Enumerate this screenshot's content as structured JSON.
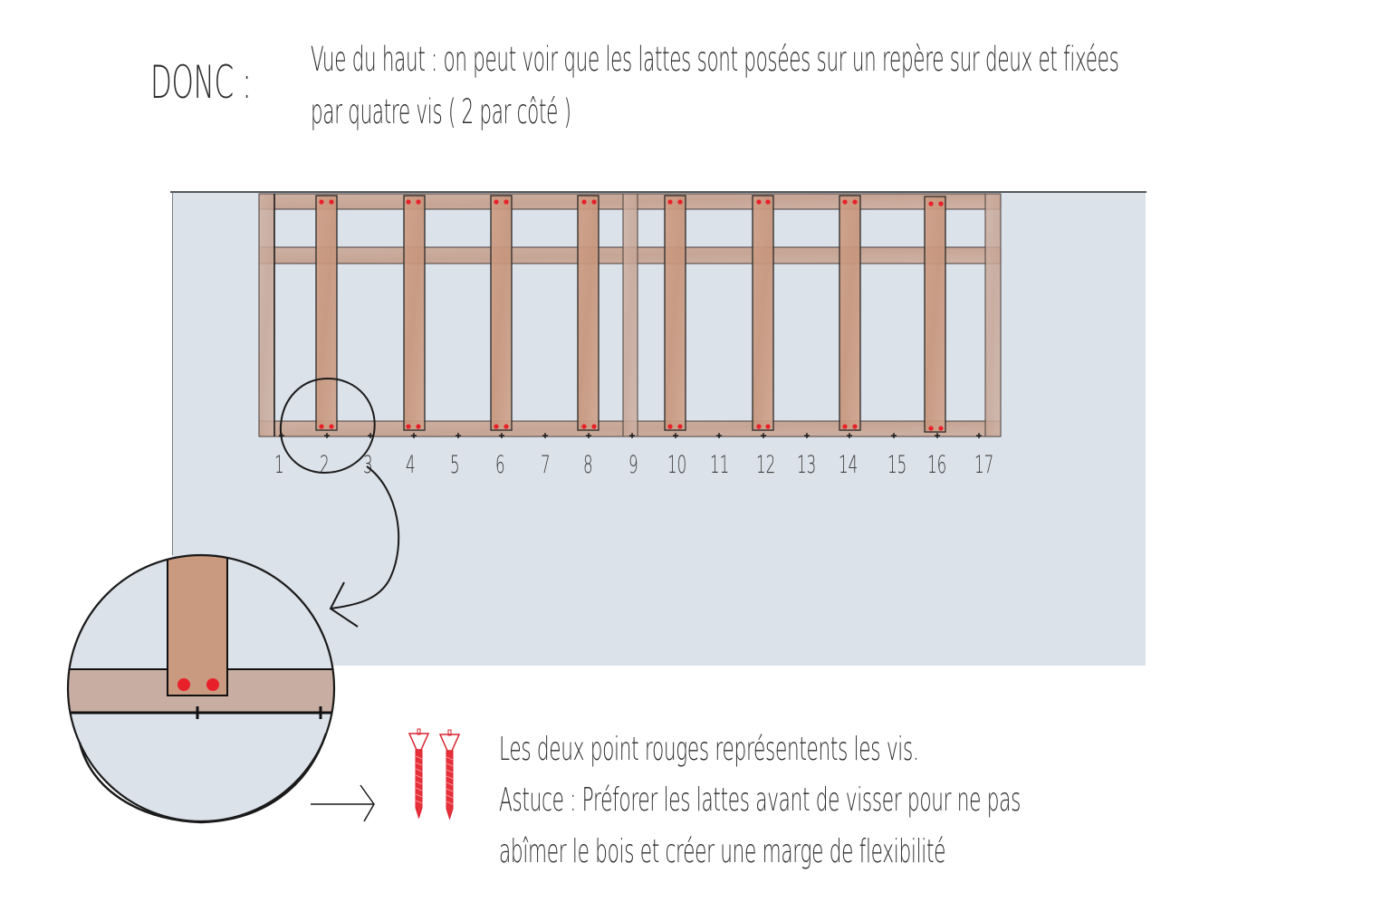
{
  "header": {
    "title": "DONC :",
    "intro_line1": "Vue du haut : on peut voir que les lattes sont posées sur un repère sur deux et fixées",
    "intro_line2": "par quatre vis ( 2 par côté )"
  },
  "diagram": {
    "colors": {
      "background_panel": "#dce2ea",
      "wood_light": "#c9ab9c",
      "wood_slat": "#c99a80",
      "screw": "#e8202a",
      "outline": "#2a2a2a"
    },
    "markers": [
      "1",
      "2",
      "3",
      "4",
      "5",
      "6",
      "7",
      "8",
      "9",
      "10",
      "11",
      "12",
      "13",
      "14",
      "15",
      "16",
      "17"
    ],
    "slat_positions": [
      "2",
      "4",
      "6",
      "8",
      "10",
      "12",
      "14",
      "16"
    ],
    "screws_per_slat_end": 2,
    "zoom_detail": "marker 2 joint close-up"
  },
  "notes": {
    "line1": "Les deux point rouges représentents les vis.",
    "line2": "Astuce : Préforer les lattes avant de visser pour ne pas",
    "line3": "abîmer le bois et créer une marge de flexibilité"
  }
}
